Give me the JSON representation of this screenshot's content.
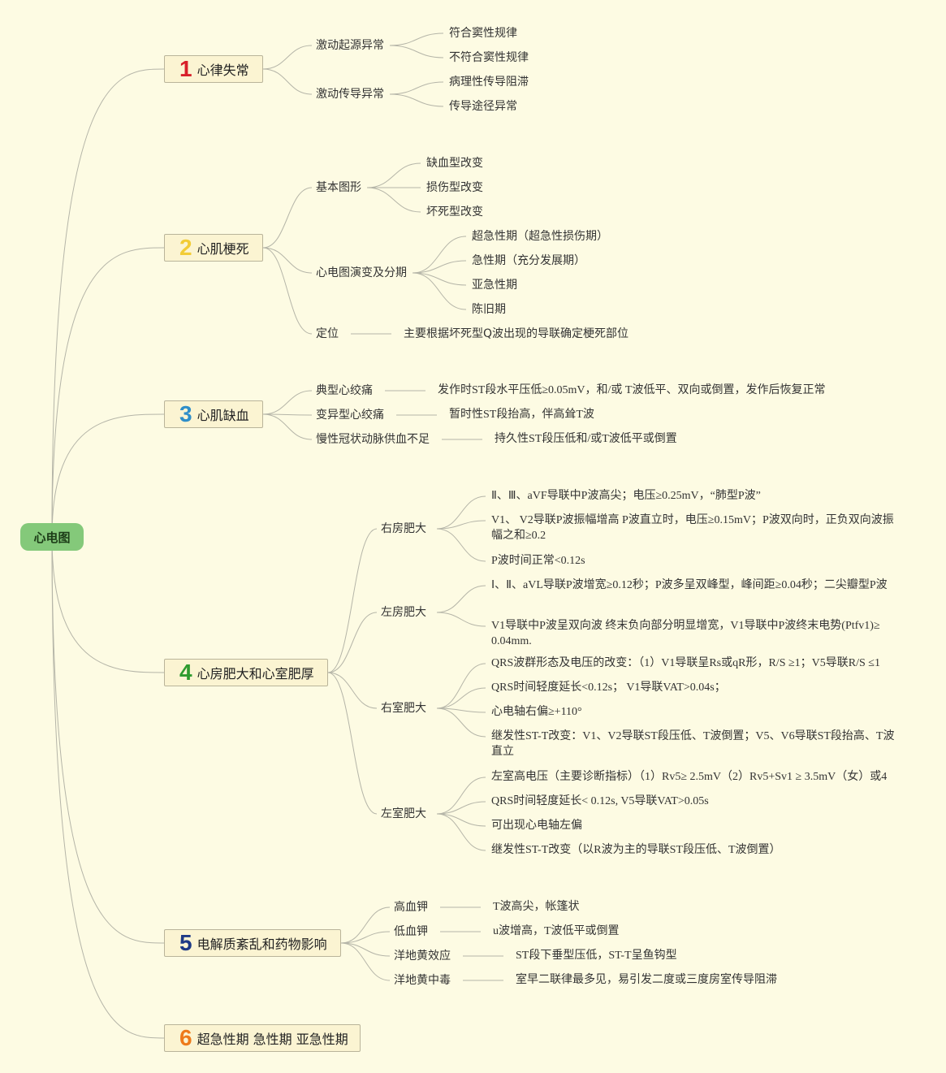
{
  "root": "心电图",
  "branches": [
    {
      "num": "1",
      "label": "心律失常",
      "children": [
        {
          "label": "激动起源异常",
          "children": [
            "符合窦性规律",
            "不符合窦性规律"
          ]
        },
        {
          "label": "激动传导异常",
          "children": [
            "病理性传导阻滞",
            "传导途径异常"
          ]
        }
      ]
    },
    {
      "num": "2",
      "label": "心肌梗死",
      "children": [
        {
          "label": "基本图形",
          "children": [
            "缺血型改变",
            "损伤型改变",
            "坏死型改变"
          ]
        },
        {
          "label": "心电图演变及分期",
          "children": [
            "超急性期（超急性损伤期）",
            "急性期（充分发展期）",
            "亚急性期",
            "陈旧期"
          ]
        },
        {
          "label": "定位",
          "children": [
            "主要根据坏死型Q波出现的导联确定梗死部位"
          ]
        }
      ]
    },
    {
      "num": "3",
      "label": "心肌缺血",
      "children": [
        {
          "label": "典型心绞痛",
          "children": [
            "发作时ST段水平压低≥0.05mV，和/或 T波低平、双向或倒置，发作后恢复正常"
          ]
        },
        {
          "label": "变异型心绞痛",
          "children": [
            "暂时性ST段抬高，伴高耸T波"
          ]
        },
        {
          "label": "慢性冠状动脉供血不足",
          "children": [
            "持久性ST段压低和/或T波低平或倒置"
          ]
        }
      ]
    },
    {
      "num": "4",
      "label": "心房肥大和心室肥厚",
      "children": [
        {
          "label": "右房肥大",
          "children": [
            "Ⅱ、Ⅲ、aVF导联中P波高尖；电压≥0.25mV，“肺型P波”",
            "V1、 V2导联P波振幅增高 P波直立时，电压≥0.15mV；P波双向时，正负双向波振幅之和≥0.2",
            "P波时间正常<0.12s"
          ]
        },
        {
          "label": "左房肥大",
          "children": [
            "Ⅰ、Ⅱ、aVL导联P波增宽≥0.12秒；P波多呈双峰型，峰间距≥0.04秒；二尖瓣型P波",
            "V1导联中P波呈双向波 终末负向部分明显增宽，V1导联中P波终末电势(Ptfv1)≥ 0.04mm."
          ]
        },
        {
          "label": "右室肥大",
          "children": [
            "QRS波群形态及电压的改变：（1）V1导联呈Rs或qR形，R/S ≥1；V5导联R/S ≤1",
            "QRS时间轻度延长<0.12s； V1导联VAT>0.04s；",
            "心电轴右偏≥+110°",
            "继发性ST-T改变：V1、V2导联ST段压低、T波倒置；V5、V6导联ST段抬高、T波直立"
          ]
        },
        {
          "label": "左室肥大",
          "children": [
            "左室高电压（主要诊断指标）（1）Rv5≥ 2.5mV（2）Rv5+Sv1 ≥ 3.5mV（女）或4",
            "QRS时间轻度延长< 0.12s, V5导联VAT>0.05s",
            "可出现心电轴左偏",
            "继发性ST-T改变（以R波为主的导联ST段压低、T波倒置）"
          ]
        }
      ]
    },
    {
      "num": "5",
      "label": "电解质紊乱和药物影响",
      "children": [
        {
          "label": "高血钾",
          "children": [
            "T波高尖，帐篷状"
          ]
        },
        {
          "label": "低血钾",
          "children": [
            "u波增高，T波低平或倒置"
          ]
        },
        {
          "label": "洋地黄效应",
          "children": [
            "ST段下垂型压低，ST-T呈鱼钩型"
          ]
        },
        {
          "label": "洋地黄中毒",
          "children": [
            "室早二联律最多见，易引发二度或三度房室传导阻滞"
          ]
        }
      ]
    },
    {
      "num": "6",
      "label": "超急性期 急性期 亚急性期",
      "children": []
    }
  ],
  "colors": {
    "background": "#fdfbe3",
    "root": "#84c97a",
    "branch_fill": "#fbf4d2",
    "line": "#b5b5a8"
  }
}
